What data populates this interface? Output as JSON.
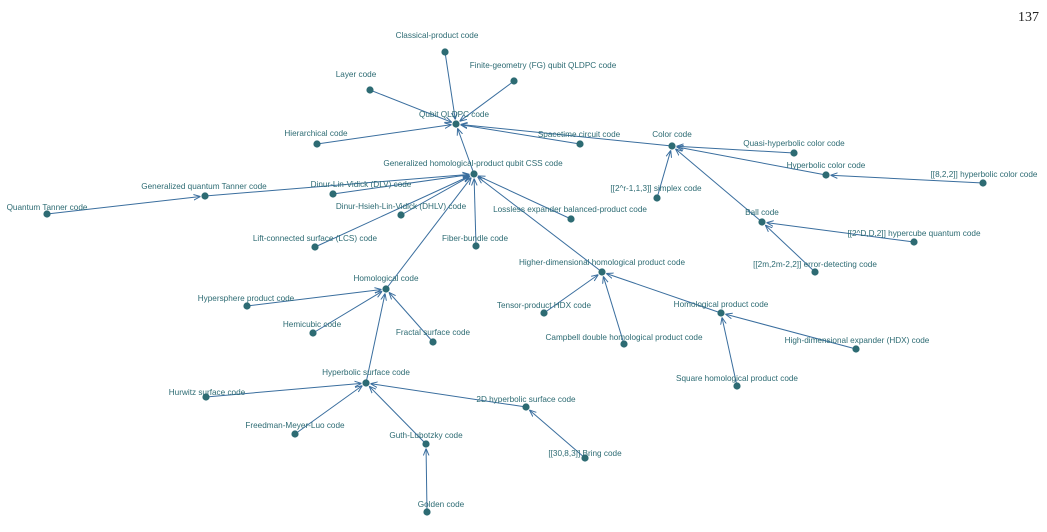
{
  "page_number": "137",
  "colors": {
    "node": "#2d6b73",
    "edge": "#3a6e9e",
    "label": "#2d6b73"
  },
  "nodes": [
    {
      "id": "classical-product",
      "label": "Classical-product code"
    },
    {
      "id": "layer",
      "label": "Layer code"
    },
    {
      "id": "fg-qldpc",
      "label": "Finite-geometry (FG) qubit QLDPC code"
    },
    {
      "id": "qubit-qldpc",
      "label": "Qubit QLDPC code"
    },
    {
      "id": "hierarchical",
      "label": "Hierarchical code"
    },
    {
      "id": "spacetime-circuit",
      "label": "Spacetime circuit code"
    },
    {
      "id": "color",
      "label": "Color code"
    },
    {
      "id": "quasi-hyperbolic-color",
      "label": "Quasi-hyperbolic color code"
    },
    {
      "id": "ghp-css",
      "label": "Generalized homological-product qubit CSS code"
    },
    {
      "id": "hyperbolic-color",
      "label": "Hyperbolic color code"
    },
    {
      "id": "822-hyperbolic-color",
      "label": "[[8,2,2]] hyperbolic color code"
    },
    {
      "id": "gen-quantum-tanner",
      "label": "Generalized quantum Tanner code"
    },
    {
      "id": "dlv",
      "label": "Dinur-Lin-Vidick (DLV) code"
    },
    {
      "id": "simplex",
      "label": "[[2^r-1,1,3]] simplex code"
    },
    {
      "id": "quantum-tanner",
      "label": "Quantum Tanner code"
    },
    {
      "id": "dhlv",
      "label": "Dinur-Hsieh-Lin-Vidick (DHLV) code"
    },
    {
      "id": "lossless-expander",
      "label": "Lossless expander balanced-product code"
    },
    {
      "id": "ball",
      "label": "Ball code"
    },
    {
      "id": "hypercube-quantum",
      "label": "[[2^D,D,2]] hypercube quantum code"
    },
    {
      "id": "lcs",
      "label": "Lift-connected surface (LCS) code"
    },
    {
      "id": "fiber-bundle",
      "label": "Fiber-bundle code"
    },
    {
      "id": "error-detecting",
      "label": "[[2m,2m-2,2]] error-detecting code"
    },
    {
      "id": "higher-dim-hp",
      "label": "Higher-dimensional homological product code"
    },
    {
      "id": "homological",
      "label": "Homological code"
    },
    {
      "id": "hypersphere-product",
      "label": "Hypersphere product code"
    },
    {
      "id": "tensor-product-hdx",
      "label": "Tensor-product HDX code"
    },
    {
      "id": "homological-product",
      "label": "Homological product code"
    },
    {
      "id": "hemicubic",
      "label": "Hemicubic code"
    },
    {
      "id": "fractal-surface",
      "label": "Fractal surface code"
    },
    {
      "id": "campbell-double-hp",
      "label": "Campbell double homological product code"
    },
    {
      "id": "hdx",
      "label": "High-dimensional expander (HDX) code"
    },
    {
      "id": "hyperbolic-surface",
      "label": "Hyperbolic surface code"
    },
    {
      "id": "square-hp",
      "label": "Square homological product code"
    },
    {
      "id": "hurwitz-surface",
      "label": "Hurwitz surface code"
    },
    {
      "id": "2d-hyperbolic-surface",
      "label": "2D hyperbolic surface code"
    },
    {
      "id": "freedman-meyer-luo",
      "label": "Freedman-Meyer-Luo code"
    },
    {
      "id": "guth-lubotzky",
      "label": "Guth-Lubotzky code"
    },
    {
      "id": "bring",
      "label": "[[30,8,3]] Bring code"
    },
    {
      "id": "golden",
      "label": "Golden code"
    }
  ],
  "edges": [
    [
      "classical-product",
      "qubit-qldpc"
    ],
    [
      "layer",
      "qubit-qldpc"
    ],
    [
      "fg-qldpc",
      "qubit-qldpc"
    ],
    [
      "hierarchical",
      "qubit-qldpc"
    ],
    [
      "spacetime-circuit",
      "qubit-qldpc"
    ],
    [
      "color",
      "qubit-qldpc"
    ],
    [
      "ghp-css",
      "qubit-qldpc"
    ],
    [
      "quasi-hyperbolic-color",
      "color"
    ],
    [
      "hyperbolic-color",
      "color"
    ],
    [
      "simplex",
      "color"
    ],
    [
      "ball",
      "color"
    ],
    [
      "822-hyperbolic-color",
      "hyperbolic-color"
    ],
    [
      "hypercube-quantum",
      "ball"
    ],
    [
      "error-detecting",
      "ball"
    ],
    [
      "gen-quantum-tanner",
      "ghp-css"
    ],
    [
      "dlv",
      "ghp-css"
    ],
    [
      "dhlv",
      "ghp-css"
    ],
    [
      "lcs",
      "ghp-css"
    ],
    [
      "fiber-bundle",
      "ghp-css"
    ],
    [
      "lossless-expander",
      "ghp-css"
    ],
    [
      "higher-dim-hp",
      "ghp-css"
    ],
    [
      "homological",
      "ghp-css"
    ],
    [
      "quantum-tanner",
      "gen-quantum-tanner"
    ],
    [
      "tensor-product-hdx",
      "higher-dim-hp"
    ],
    [
      "campbell-double-hp",
      "higher-dim-hp"
    ],
    [
      "homological-product",
      "higher-dim-hp"
    ],
    [
      "hdx",
      "homological-product"
    ],
    [
      "square-hp",
      "homological-product"
    ],
    [
      "hypersphere-product",
      "homological"
    ],
    [
      "hemicubic",
      "homological"
    ],
    [
      "fractal-surface",
      "homological"
    ],
    [
      "hyperbolic-surface",
      "homological"
    ],
    [
      "hurwitz-surface",
      "hyperbolic-surface"
    ],
    [
      "freedman-meyer-luo",
      "hyperbolic-surface"
    ],
    [
      "guth-lubotzky",
      "hyperbolic-surface"
    ],
    [
      "2d-hyperbolic-surface",
      "hyperbolic-surface"
    ],
    [
      "golden",
      "guth-lubotzky"
    ],
    [
      "bring",
      "2d-hyperbolic-surface"
    ]
  ]
}
